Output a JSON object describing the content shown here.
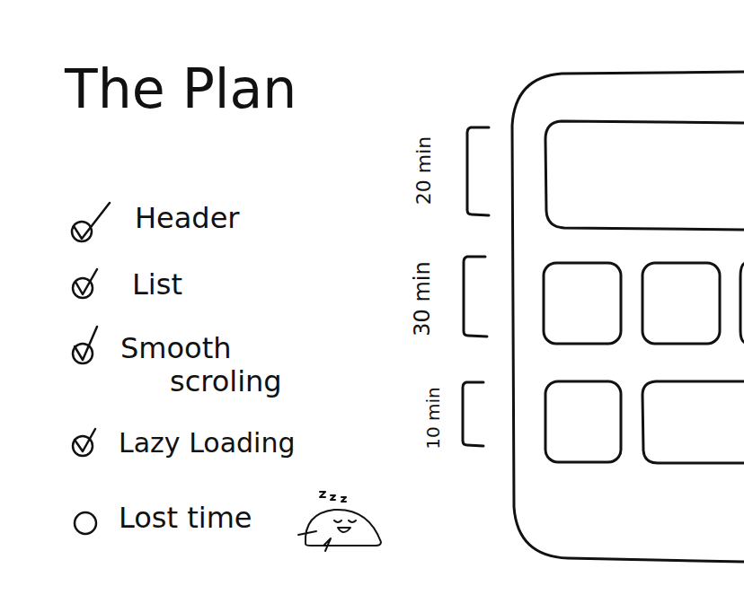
{
  "diagram": {
    "title": "The Plan",
    "labels": [
      "Header",
      "List",
      "Smooth scroling",
      "Lazy Loading",
      "Lost time",
      "20 min",
      "30 min",
      "10 min"
    ]
  }
}
